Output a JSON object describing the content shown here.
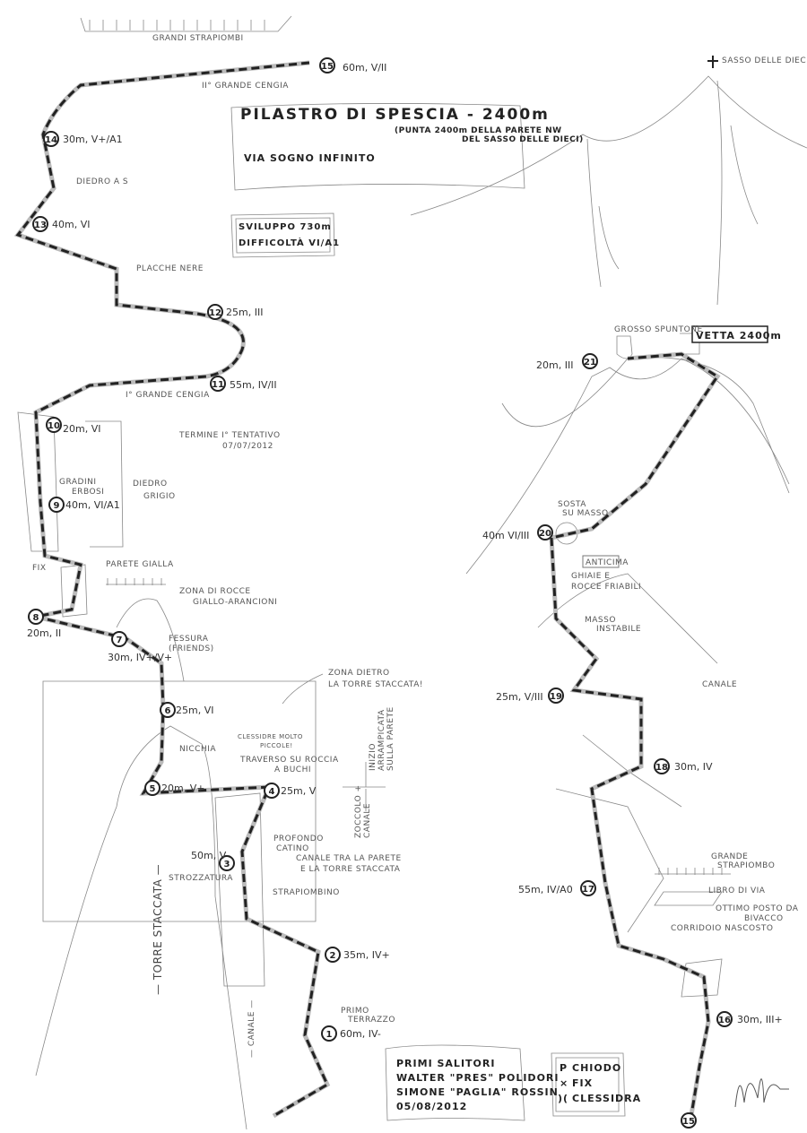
{
  "title": {
    "name": "PILASTRO DI SPESCIA - 2400m",
    "subtitle_1": "(PUNTA 2400m DELLA PARETE NW",
    "subtitle_2": "DEL SASSO DELLE DIECI)",
    "route": "VIA SOGNO INFINITO"
  },
  "stats": {
    "sviluppo": "SVILUPPO 730m",
    "difficolta": "DIFFICOLTÀ VI/A1"
  },
  "summit": {
    "peak": "SASSO DELLE DIECI",
    "vetta": "VETTA 2400m"
  },
  "pitches": [
    {
      "n": "1",
      "info": "60m, IV-"
    },
    {
      "n": "2",
      "info": "35m, IV+"
    },
    {
      "n": "3",
      "info": "50m, V"
    },
    {
      "n": "4",
      "info": "25m, V"
    },
    {
      "n": "5",
      "info": "20m, V+"
    },
    {
      "n": "6",
      "info": "25m, VI"
    },
    {
      "n": "7",
      "info": "30m, IV+/V+"
    },
    {
      "n": "8",
      "info": "20m, II"
    },
    {
      "n": "9",
      "info": "40m, VI/A1"
    },
    {
      "n": "10",
      "info": "20m, VI"
    },
    {
      "n": "11",
      "info": "55m, IV/II"
    },
    {
      "n": "12",
      "info": "25m, III"
    },
    {
      "n": "13",
      "info": "40m, VI"
    },
    {
      "n": "14",
      "info": "30m, V+/A1"
    },
    {
      "n": "15",
      "info": "60m, V/II"
    },
    {
      "n": "15",
      "info": ""
    },
    {
      "n": "16",
      "info": "30m, III+"
    },
    {
      "n": "17",
      "info": "55m, IV/A0"
    },
    {
      "n": "18",
      "info": "30m, IV"
    },
    {
      "n": "19",
      "info": "25m, V/III"
    },
    {
      "n": "20",
      "info": "40m VI/III"
    },
    {
      "n": "21",
      "info": "20m, III"
    }
  ],
  "labels": {
    "grandi_strapiombi": "GRANDI STRAPIOMBI",
    "cengia2": "II° GRANDE CENGIA",
    "diedro_s": "DIEDRO A S",
    "placche_nere": "PLACCHE NERE",
    "cengia1": "I° GRANDE CENGIA",
    "termine_1": "TERMINE I° TENTATIVO",
    "termine_2": "07/07/2012",
    "gradini_1": "GRADINI",
    "gradini_2": "ERBOSI",
    "diedro_grigio_1": "DIEDRO",
    "diedro_grigio_2": "GRIGIO",
    "fix": "FIX",
    "parete_gialla": "PARETE GIALLA",
    "zona_rocce_1": "ZONA DI ROCCE",
    "zona_rocce_2": "GIALLO-ARANCIONI",
    "fessura_1": "FESSURA",
    "fessura_2": "(FRIENDS)",
    "zona_dietro_1": "ZONA DIETRO",
    "zona_dietro_2": "LA TORRE STACCATA!",
    "nicchia": "NICCHIA",
    "clessidre_1": "CLESSIDRE MOLTO",
    "clessidre_2": "PICCOLE!",
    "traverso_1": "TRAVERSO SU ROCCIA",
    "traverso_2": "A BUCHI",
    "inizio_1": "INIZIO",
    "inizio_2": "ARRAMPICATA",
    "inizio_3": "SULLA PARETE",
    "zoccolo_1": "ZOCCOLO +",
    "zoccolo_2": "CANALE",
    "profondo_1": "PROFONDO",
    "profondo_2": "CATINO",
    "canale_tra_1": "CANALE TRA LA PARETE",
    "canale_tra_2": "E LA TORRE STACCATA",
    "strozzatura": "STROZZATURA",
    "strapiombino": "STRAPIOMBINO",
    "torre_staccata": "— TORRE STACCATA —",
    "canale_v": "— CANALE —",
    "primo_1": "PRIMO",
    "primo_2": "TERRAZZO",
    "grosso_spuntone": "GROSSO SPUNTONE",
    "sosta_1": "SOSTA",
    "sosta_2": "SU MASSO",
    "anticima": "ANTICIMA",
    "ghiaie_1": "GHIAIE E",
    "ghiaie_2": "ROCCE FRIABILI",
    "masso_1": "MASSO",
    "masso_2": "INSTABILE",
    "canale_r": "CANALE",
    "grande_strap_1": "GRANDE",
    "grande_strap_2": "STRAPIOMBO",
    "libro_1": "LIBRO DI VIA",
    "ottimo_1": "OTTIMO POSTO DA",
    "ottimo_2": "BIVACCO",
    "corridoio": "CORRIDOIO NASCOSTO"
  },
  "first_ascent": {
    "heading": "PRIMI SALITORI",
    "climber_1": "WALTER \"PRES\" POLIDORI",
    "climber_2": "SIMONE \"PAGLIA\" ROSSIN",
    "date": "05/08/2012"
  },
  "legend": [
    {
      "symbol": "P",
      "label": "CHIODO"
    },
    {
      "symbol": "×",
      "label": "FIX"
    },
    {
      "symbol": ")(",
      "label": "CLESSIDRA"
    }
  ],
  "signature": "Walter"
}
